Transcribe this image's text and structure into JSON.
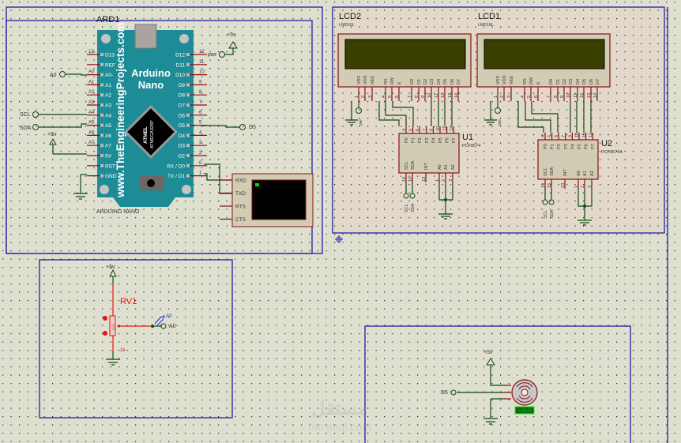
{
  "arduino": {
    "ref": "ARD1",
    "part": "ARDUINO NANO",
    "board_title_1": "Arduino",
    "board_title_2": "Nano",
    "website": "www.TheEngineeringProjects.com",
    "chip_1": "ATMEL",
    "chip_2": "ATMEGA328P",
    "left_pins": [
      {
        "num": "13",
        "name": "D13"
      },
      {
        "num": "",
        "name": "REF"
      },
      {
        "num": "A0",
        "name": "A0-"
      },
      {
        "num": "A1",
        "name": "A1"
      },
      {
        "num": "A2",
        "name": "A2"
      },
      {
        "num": "A3",
        "name": "A3"
      },
      {
        "num": "A4",
        "name": "A4"
      },
      {
        "num": "A5",
        "name": "A5"
      },
      {
        "num": "A6",
        "name": "A6"
      },
      {
        "num": "A7",
        "name": "A7"
      },
      {
        "num": "",
        "name": "5V"
      },
      {
        "num": "",
        "name": "RST"
      },
      {
        "num": "",
        "name": "GND"
      }
    ],
    "right_pins": [
      {
        "num": "12",
        "name": "D12"
      },
      {
        "num": "11",
        "name": "D11"
      },
      {
        "num": "10",
        "name": "D10"
      },
      {
        "num": "9",
        "name": "D9"
      },
      {
        "num": "8",
        "name": "D8"
      },
      {
        "num": "7",
        "name": "D7"
      },
      {
        "num": "6",
        "name": "D6"
      },
      {
        "num": "5",
        "name": "D5"
      },
      {
        "num": "4",
        "name": "D4"
      },
      {
        "num": "3",
        "name": "D3"
      },
      {
        "num": "2",
        "name": "D2"
      },
      {
        "num": "0",
        "name": "RX / D0"
      },
      {
        "num": "1",
        "name": "TX / D1"
      }
    ]
  },
  "terminals": {
    "a0": "A0",
    "scl": "SCL",
    "sda": "SDA",
    "d5": "D5",
    "pwr": "pwr",
    "vcc": "+5v",
    "rv_a0": "A0",
    "probe_a0": "A0",
    "servo_d5": "D5",
    "u1_scl": "SCL",
    "u1_sda": "SDA",
    "u2_scl": "SCL",
    "u2_sda": "SDA",
    "lcd_pwr": "pwr"
  },
  "terminal": {
    "pins": [
      "RXD",
      "TXD",
      "RTS",
      "CTS"
    ],
    "cursor_color": "#00dd00"
  },
  "lcds": [
    {
      "ref": "LCD2",
      "part": "LM016L"
    },
    {
      "ref": "LCD1",
      "part": "LM016L"
    }
  ],
  "lcd_pins": {
    "names": [
      "VSS",
      "VDD",
      "VEE",
      "RS",
      "RW",
      "E",
      "D0",
      "D1",
      "D2",
      "D3",
      "D4",
      "D5",
      "D6",
      "D7"
    ],
    "nums": [
      "1",
      "2",
      "3",
      "4",
      "5",
      "6",
      "7",
      "8",
      "9",
      "10",
      "11",
      "12",
      "13",
      "14"
    ]
  },
  "expanders": [
    {
      "ref": "U1",
      "part": "PCF8574"
    },
    {
      "ref": "U2",
      "part": "PCF8574A"
    }
  ],
  "pcf_pins": {
    "top_names": [
      "P0",
      "P1",
      "P2",
      "P3",
      "P4",
      "P5",
      "P6",
      "P7"
    ],
    "top_nums": [
      "4",
      "5",
      "6",
      "7",
      "9",
      "10",
      "11",
      "12"
    ],
    "bottom_names": [
      "SCL",
      "SDA",
      "INT",
      "A0",
      "A1",
      "A2"
    ],
    "bottom_nums": [
      "14",
      "15",
      "13",
      "1",
      "2",
      "3"
    ]
  },
  "pot": {
    "ref": "RV1",
    "value": "1k",
    "body_text": "50%"
  },
  "servo": {
    "display": "+88.8"
  },
  "watermark": {
    "line1": "مستقل",
    "line2": "mostaql.com"
  },
  "colors": {
    "background": "#dfdfd0",
    "sheet_frame": "#1010a0",
    "wire": "#0f4a0f",
    "pin": "#8a1010",
    "arduino_teal": "#1e8c96",
    "lcd_screen": "#3a3f00",
    "pot_red": "#ee1111"
  }
}
